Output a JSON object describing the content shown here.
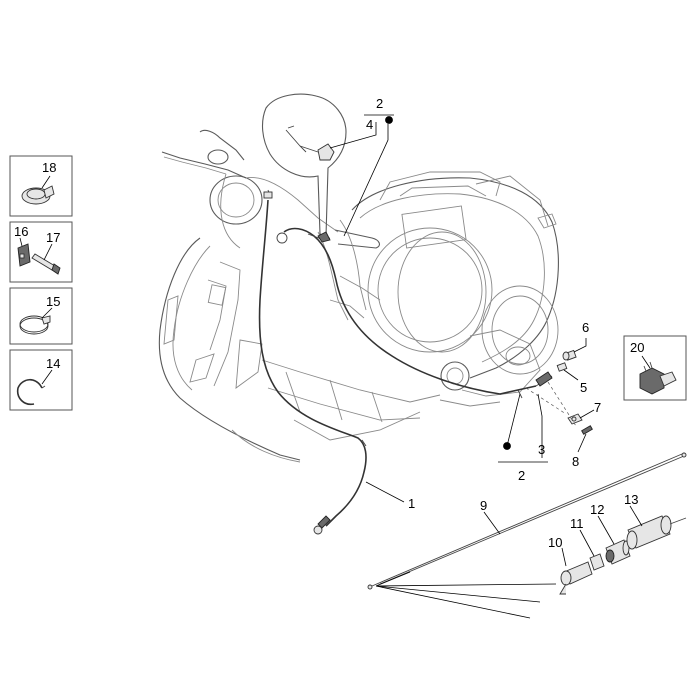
{
  "callouts": {
    "n1": "1",
    "n2_top": "2",
    "n2_bottom": "2",
    "n3": "3",
    "n4": "4",
    "n5": "5",
    "n6": "6",
    "n7": "7",
    "n8": "8",
    "n9": "9",
    "n10": "10",
    "n11": "11",
    "n12": "12",
    "n13": "13",
    "n14": "14",
    "n15": "15",
    "n16": "16",
    "n17": "17",
    "n18": "18",
    "n20": "20"
  }
}
